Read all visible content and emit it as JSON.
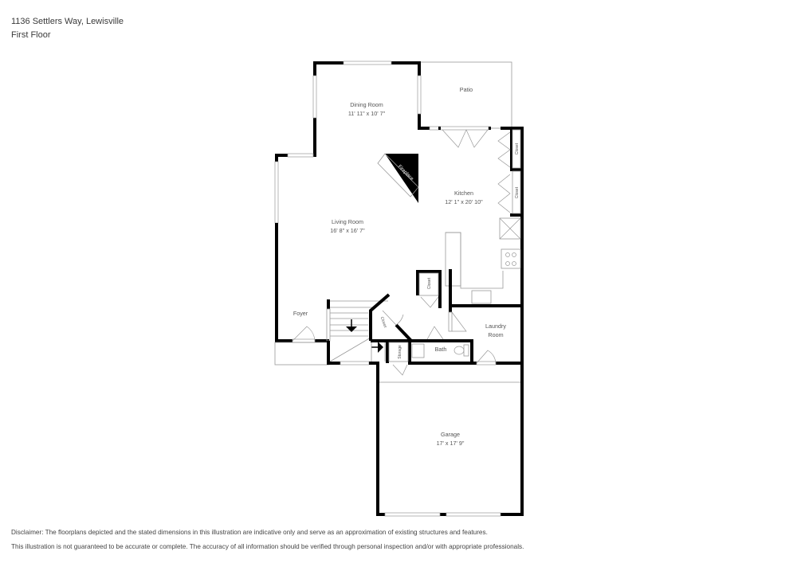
{
  "header": {
    "address": "1136 Settlers Way, Lewisville",
    "floor": "First Floor"
  },
  "rooms": {
    "dining": {
      "name": "Dining Room",
      "dims": "11' 11\" x 10' 7\""
    },
    "patio": {
      "name": "Patio"
    },
    "kitchen": {
      "name": "Kitchen",
      "dims": "12' 1\" x 20' 10\""
    },
    "living": {
      "name": "Living Room",
      "dims": "16' 8\" x 16' 7\""
    },
    "foyer": {
      "name": "Foyer"
    },
    "laundry": {
      "name": "Laundry",
      "name2": "Room"
    },
    "bath": {
      "name": "Bath"
    },
    "garage": {
      "name": "Garage",
      "dims": "17' x 17' 9\""
    },
    "fireplace": {
      "name": "Fireplace"
    },
    "closet": {
      "name": "Closet"
    },
    "storage": {
      "name": "Storage"
    }
  },
  "disclaimer": {
    "line1": "Disclaimer: The floorplans depicted and the stated dimensions in this illustration are indicative only and serve as an approximation of existing structures and features.",
    "line2": "This illustration is not guaranteed to be accurate or complete. The accuracy of all information should be verified through personal inspection and/or with appropriate professionals."
  }
}
